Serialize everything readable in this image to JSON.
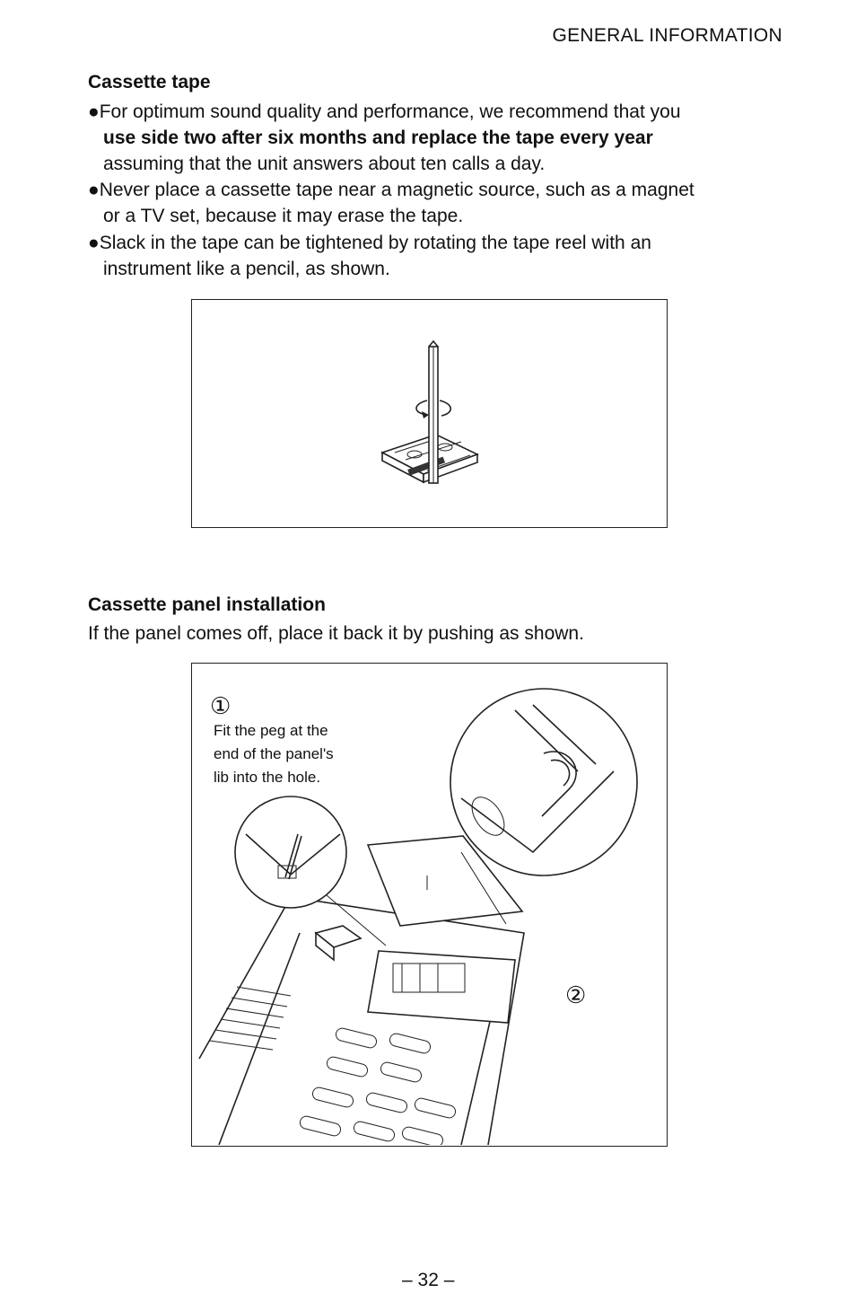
{
  "header": {
    "section": "GENERAL INFORMATION"
  },
  "cassette_tape": {
    "heading": "Cassette tape",
    "bullet1": {
      "line1": "For optimum sound quality and performance, we recommend that you",
      "bold": "use side two after six months and replace the tape every year",
      "line3": "assuming that the unit answers about ten calls a day."
    },
    "bullet2": {
      "line1": "Never place a cassette tape near a magnetic source, such as a magnet",
      "line2": "or a TV set, because it may erase the tape."
    },
    "bullet3": {
      "line1": "Slack in the tape can be tightened by rotating the tape reel with an",
      "line2": "instrument like a pencil, as shown."
    },
    "bullet_symbol": "●"
  },
  "panel_install": {
    "heading": "Cassette panel installation",
    "intro": "If the panel comes off, place it back it by pushing as shown.",
    "step1": {
      "marker": "①",
      "line1": "Fit the peg at the",
      "line2": "end of the panel's",
      "line3": "lib into the hole."
    },
    "step2": {
      "marker": "②"
    }
  },
  "footer": {
    "page_number": "– 32 –"
  }
}
